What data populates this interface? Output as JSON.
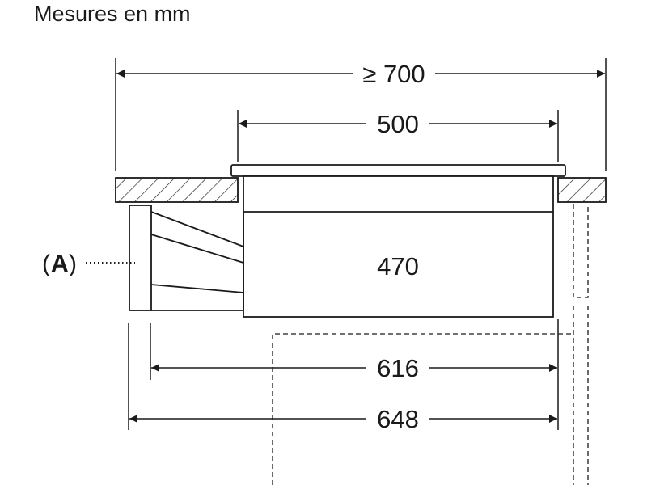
{
  "caption": "Mesures en mm",
  "dimensions": {
    "width_min": "≥ 700",
    "cutout_width": "500",
    "body_width": "470",
    "depth_inner": "616",
    "depth_total": "648"
  },
  "callout": {
    "open": "(",
    "letter": "A",
    "close": ")"
  },
  "colors": {
    "line": "#1a1a1a",
    "hatch": "#1a1a1a",
    "background": "#ffffff"
  }
}
